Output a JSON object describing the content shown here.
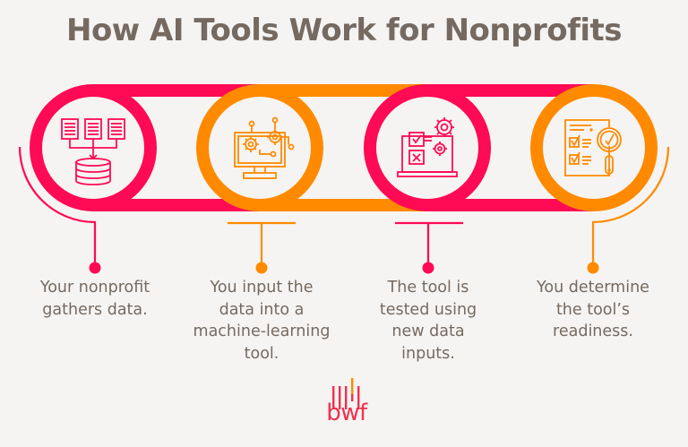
{
  "title": "How AI Tools Work for Nonprofits",
  "colors": {
    "background": "#f6f4f2",
    "text": "#756a61",
    "pink": "#ff0a54",
    "orange": "#ff8a00",
    "logo": "#f0304f"
  },
  "steps": [
    {
      "index": 1,
      "color": "pink",
      "icon": "documents-to-database-icon",
      "caption": "Your nonprofit gathers data.",
      "lines": [
        "Your nonprofit",
        "gathers data."
      ]
    },
    {
      "index": 2,
      "color": "orange",
      "icon": "computer-gears-icon",
      "caption": "You input the data into a machine-learning tool.",
      "lines": [
        "You input the",
        "data into a",
        "machine-learning",
        "tool."
      ]
    },
    {
      "index": 3,
      "color": "pink",
      "icon": "laptop-checklist-gears-icon",
      "caption": "The tool is tested using new data inputs.",
      "lines": [
        "The tool is",
        "tested using",
        "new data",
        "inputs."
      ]
    },
    {
      "index": 4,
      "color": "orange",
      "icon": "checklist-magnifier-icon",
      "caption": "You determine the tool's readiness.",
      "lines": [
        "You determine",
        "the tool’s",
        "readiness."
      ]
    }
  ],
  "logo": {
    "text": "bwf"
  }
}
